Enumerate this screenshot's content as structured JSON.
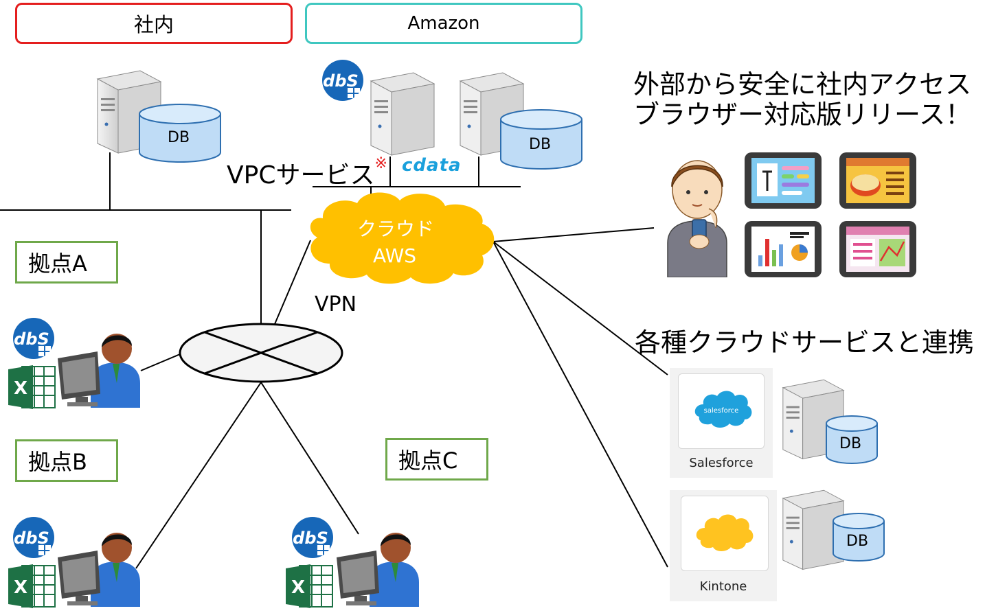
{
  "header": {
    "internal": "社内",
    "amazon": "Amazon"
  },
  "sites": {
    "a": "拠点A",
    "b": "拠点B",
    "c": "拠点C"
  },
  "db_label": "DB",
  "vpc": {
    "label": "VPCサービス",
    "mark": "※"
  },
  "cdata_logo": "cdata",
  "dbs_logo": "dbS",
  "excel_letter": "X",
  "cloud": {
    "line1": "クラウド",
    "line2": "AWS"
  },
  "vpn": "VPN",
  "headline": {
    "line1": "外部から安全に社内アクセス",
    "line2": "ブラウザー対応版リリース！"
  },
  "cloud_services_heading": "各種クラウドサービスと連携",
  "services": [
    {
      "name": "Salesforce",
      "logo_text": "salesforce"
    },
    {
      "name": "Kintone"
    }
  ],
  "colors": {
    "internal_border": "#e41e1e",
    "amazon_border": "#3fc7c0",
    "site_border": "#6fa84a",
    "cloud_fill": "#ffc000",
    "db_fill": "#bfdcf6",
    "db_stroke": "#2e6fb0",
    "salesforce_blue": "#1fa1dc",
    "kintone_yellow": "#ffc320",
    "excel_green": "#1e7145",
    "dbs_blue": "#1767b8"
  }
}
